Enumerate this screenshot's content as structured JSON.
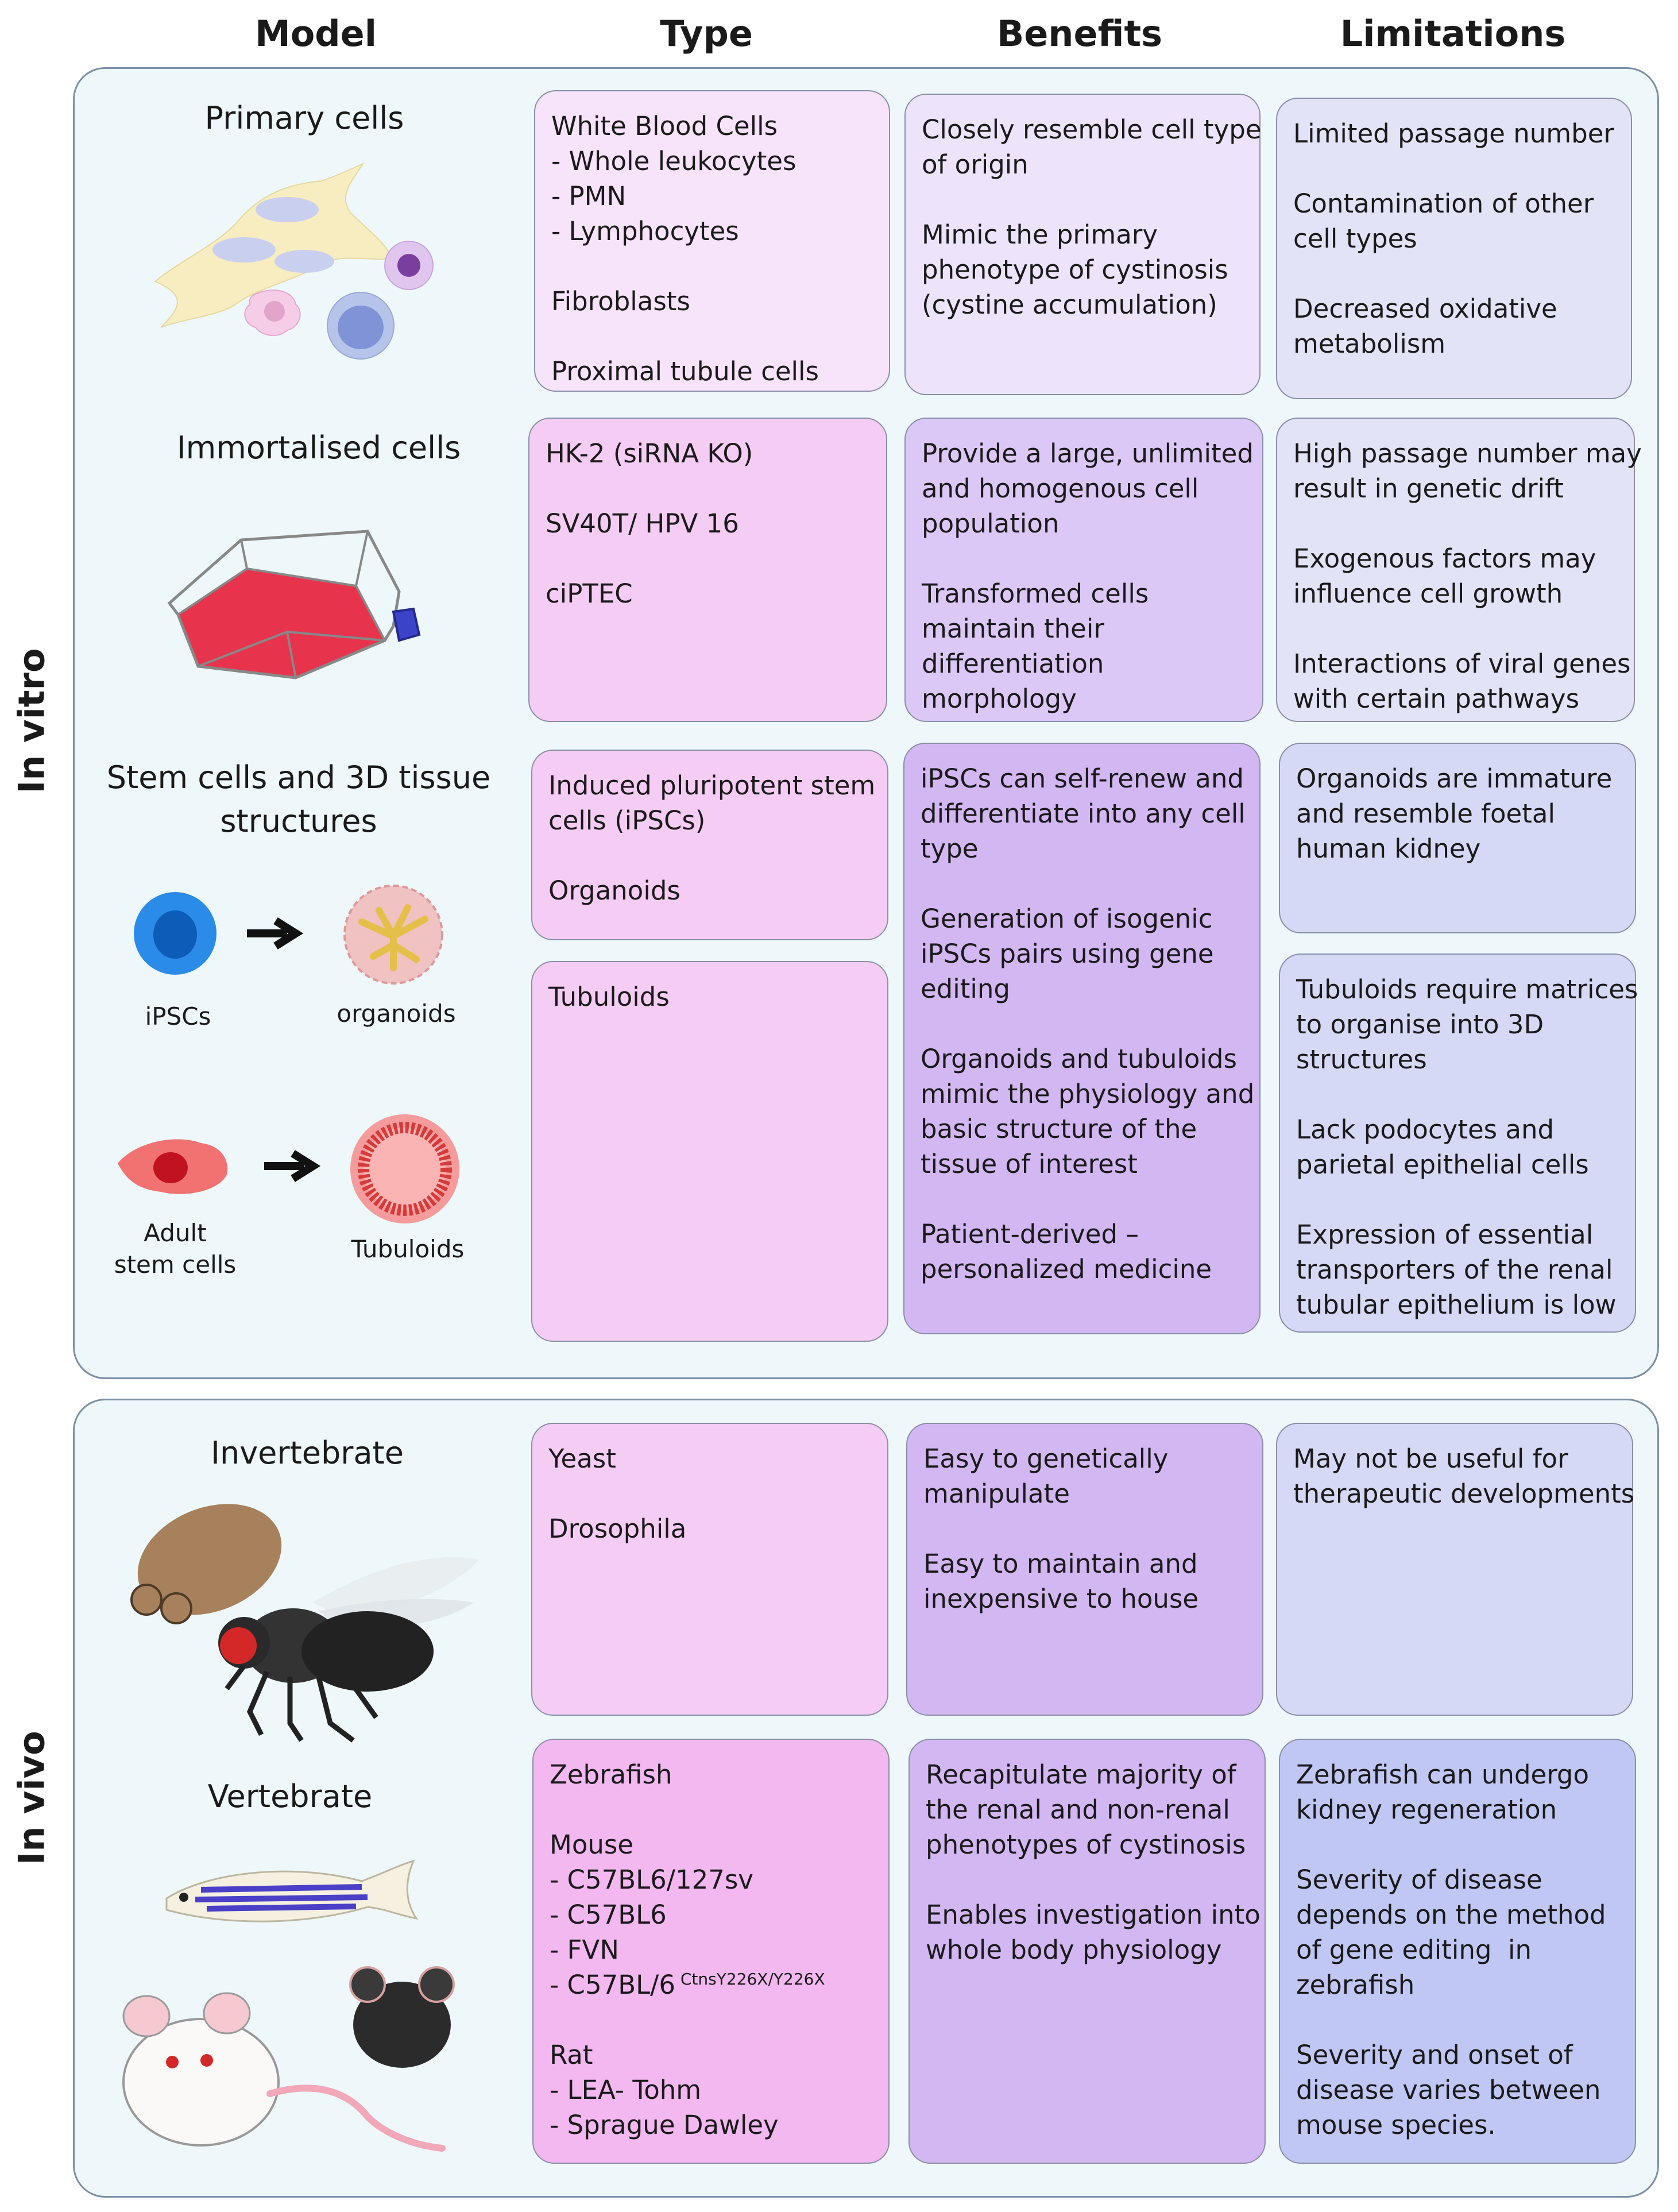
{
  "headers": {
    "model": "Model",
    "type": "Type",
    "benefits": "Benefits",
    "limitations": "Limitations"
  },
  "sections": {
    "in_vitro": "In vitro",
    "in_vivo": "In vivo"
  },
  "models": {
    "primary": "Primary cells",
    "immortalised": "Immortalised cells",
    "stem_line1": "Stem cells and 3D tissue",
    "stem_line2": "structures",
    "invertebrate": "Invertebrate",
    "vertebrate": "Vertebrate"
  },
  "illustration_labels": {
    "ipscs": "iPSCs",
    "organoids": "organoids",
    "adult1": "Adult",
    "adult2": "stem cells",
    "tubuloids": "Tubuloids"
  },
  "boxes": {
    "primary_type": [
      "White Blood Cells",
      "- Whole leukocytes",
      "- PMN",
      "- Lymphocytes",
      "",
      "Fibroblasts",
      "",
      "Proximal tubule cells"
    ],
    "primary_benefits": [
      "Closely resemble cell type",
      "of origin",
      "",
      "Mimic the primary",
      "phenotype of cystinosis",
      "(cystine accumulation)"
    ],
    "primary_limitations": [
      "Limited passage number",
      "",
      "Contamination of other",
      "cell types",
      "",
      "Decreased oxidative",
      "metabolism"
    ],
    "immortal_type": [
      "HK-2 (siRNA KO)",
      "",
      "SV40T/ HPV 16",
      "",
      "ciPTEC"
    ],
    "immortal_benefits": [
      "Provide a large, unlimited",
      "and homogenous cell",
      "population",
      "",
      "Transformed cells",
      "maintain their",
      "differentiation",
      "morphology"
    ],
    "immortal_limitations": [
      "High passage number may",
      "result in genetic drift",
      "",
      "Exogenous factors may",
      "influence cell growth",
      "",
      "Interactions of viral genes",
      "with certain pathways"
    ],
    "stem_type1": [
      "Induced pluripotent stem",
      "cells (iPSCs)",
      "",
      "Organoids"
    ],
    "stem_type2": [
      "Tubuloids"
    ],
    "stem_benefits": [
      "iPSCs can self-renew and",
      "differentiate into any cell",
      "type",
      "",
      "Generation of isogenic",
      "iPSCs pairs using gene",
      "editing",
      "",
      "Organoids and tubuloids",
      "mimic the physiology and",
      "basic structure of the",
      "tissue of interest",
      "",
      "Patient-derived –",
      "personalized medicine"
    ],
    "stem_limitations1": [
      "Organoids are immature",
      "and resemble foetal",
      "human kidney"
    ],
    "stem_limitations2": [
      "Tubuloids require matrices",
      "to organise into 3D",
      "structures",
      "",
      "Lack podocytes and",
      "parietal epithelial cells",
      "",
      "Expression of essential",
      "transporters of the renal",
      "tubular epithelium is low"
    ],
    "invert_type": [
      "Yeast",
      "",
      "Drosophila"
    ],
    "invert_benefits": [
      "Easy to genetically",
      "manipulate",
      "",
      "Easy to maintain and",
      "inexpensive to house"
    ],
    "invert_limitations": [
      "May not be useful for",
      "therapeutic developments"
    ],
    "vert_type": [
      "Zebrafish",
      "",
      "Mouse",
      "- C57BL6/127sv",
      "- C57BL6",
      "- FVN",
      "- C57BL/6",
      "",
      "Rat",
      "- LEA- Tohm",
      "- Sprague Dawley"
    ],
    "vert_type_superscript": "CtnsY226X/Y226X",
    "vert_benefits": [
      "Recapitulate majority of",
      "the renal and non-renal",
      "phenotypes of cystinosis",
      "",
      "Enables investigation into",
      "whole body physiology"
    ],
    "vert_limitations": [
      "Zebrafish can undergo",
      "kidney regeneration",
      "",
      "Severity of disease",
      "depends on the method",
      "of gene editing  in",
      "zebrafish",
      "",
      "Severity and onset of",
      "disease varies between",
      "mouse species."
    ]
  },
  "colors": {
    "type_light": "#f7e3fa",
    "type_mid": "#f5cdf4",
    "type_dark": "#f2b8ef",
    "benefit_light": "#ede4fb",
    "benefit_mid": "#dcc8f6",
    "benefit_dark": "#d3b7f3",
    "limit_light": "#e3e3f7",
    "limit_mid": "#d6d9f6",
    "limit_dark": "#c1c7f4",
    "panel_bg": "#eef8fb",
    "panel_border": "#7b8fa5"
  }
}
